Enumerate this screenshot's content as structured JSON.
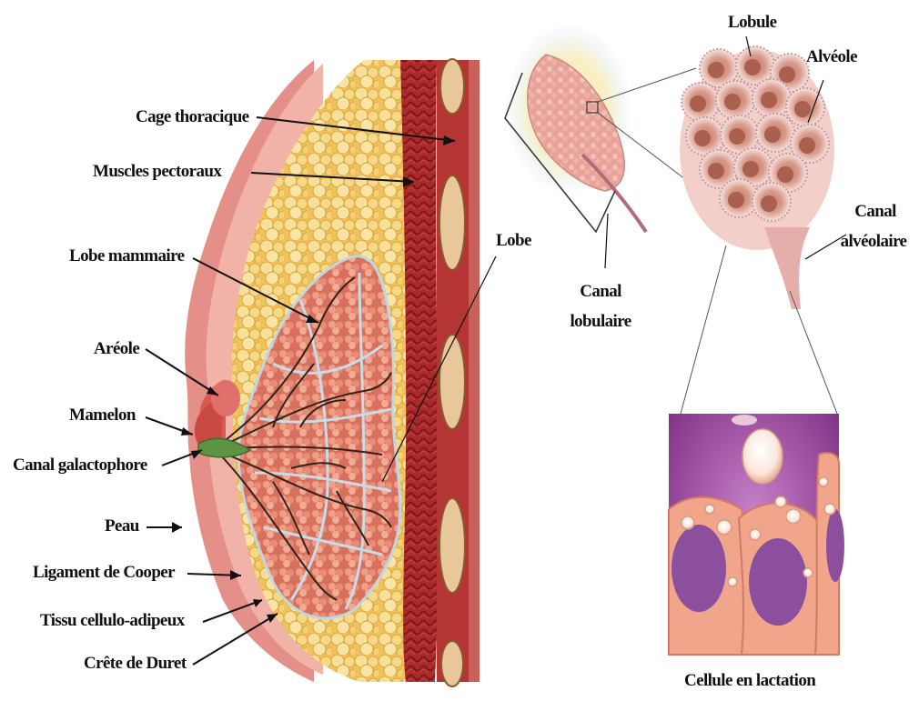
{
  "labels": {
    "cage_thoracique": "Cage thoracique",
    "muscles_pectoraux": "Muscles pectoraux",
    "lobe_mammaire": "Lobe mammaire",
    "areole": "Aréole",
    "mamelon": "Mamelon",
    "canal_galactophore": "Canal galactophore",
    "peau": "Peau",
    "ligament_cooper": "Ligament de Cooper",
    "tissu_cellulo_adipeux": "Tissu cellulo-adipeux",
    "crete_duret": "Crête de Duret",
    "lobe": "Lobe",
    "canal_lobulaire_1": "Canal",
    "canal_lobulaire_2": "lobulaire",
    "lobule": "Lobule",
    "alveole": "Alvéole",
    "canal_alveolaire_1": "Canal",
    "canal_alveolaire_2": "alvéolaire",
    "cellule_lactation": "Cellule en lactation"
  },
  "colors": {
    "skin": "#e89a92",
    "skin_dark": "#c9605a",
    "fat": "#f2cd6a",
    "fat_light": "#f8e3a0",
    "muscle": "#a82a2a",
    "muscle_dark": "#7e1616",
    "gland": "#d86f5e",
    "gland_light": "#ef9f88",
    "duct": "#3a2a20",
    "nipple": "#d4574f",
    "duct_green": "#6b9a4a",
    "cell_bg": "#9c3f9e",
    "cell_body": "#f2a98d",
    "nucleus": "#8b4f9c",
    "lobule_pink": "#f0c2bd"
  }
}
